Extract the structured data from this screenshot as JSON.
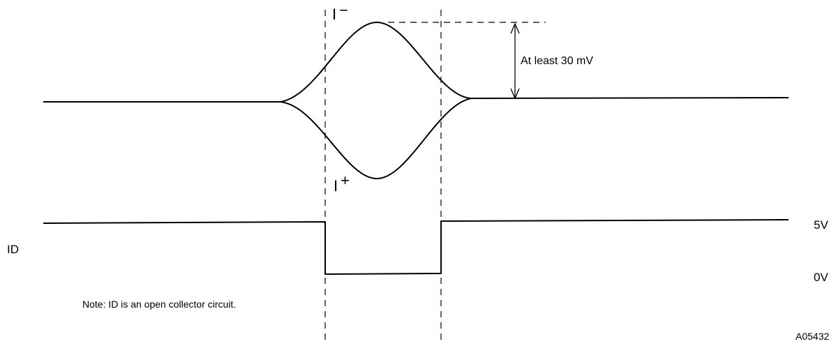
{
  "labels": {
    "i_minus": "I",
    "i_minus_sign": "−",
    "i_plus": "I",
    "i_plus_sign": "+",
    "amplitude": "At least 30 mV",
    "id_signal": "ID",
    "level_high": "5V",
    "level_low": "0V",
    "note": "Note:  ID is an open collector circuit.",
    "figure_id": "A05432"
  },
  "colors": {
    "ink": "#000000",
    "background": "#ffffff"
  }
}
